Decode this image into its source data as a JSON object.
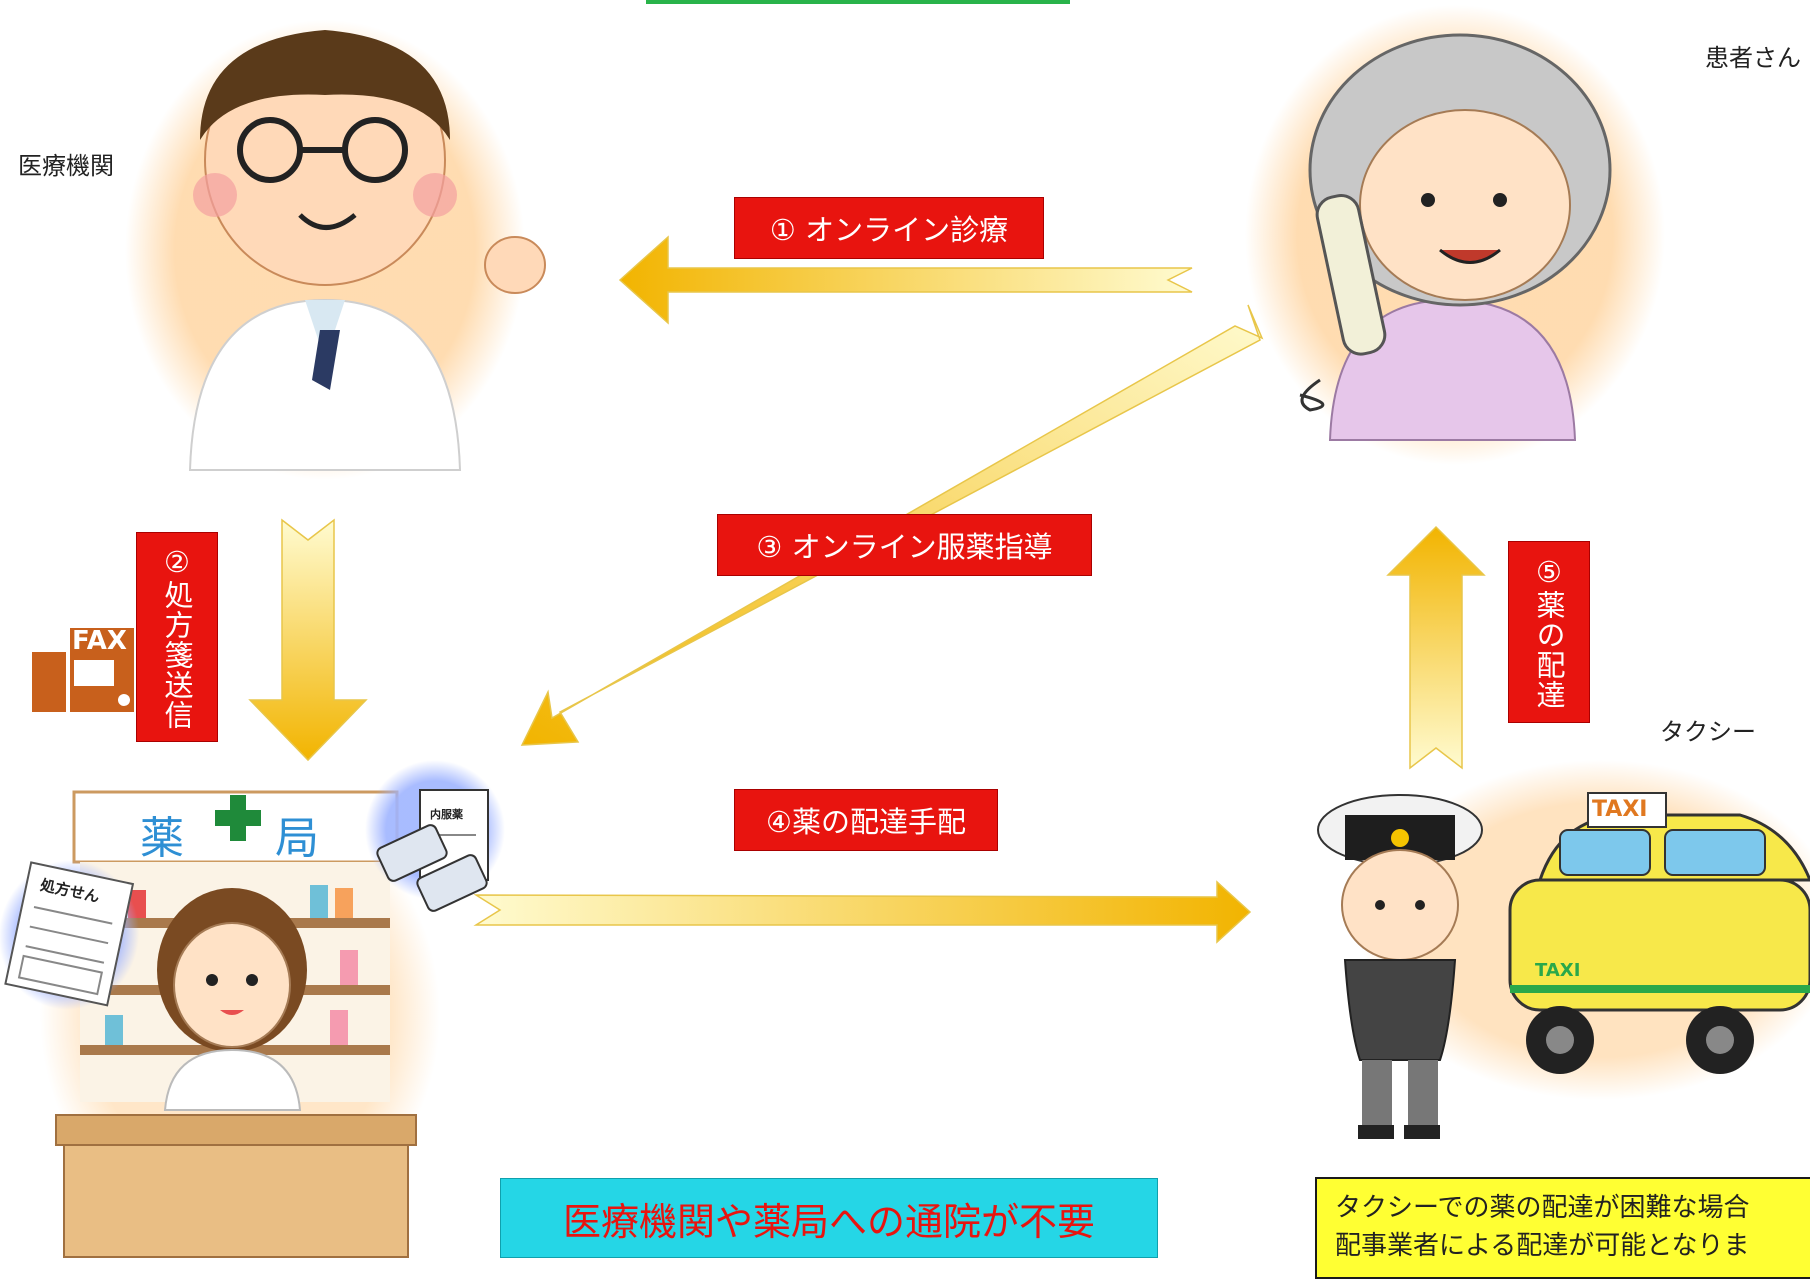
{
  "labels": {
    "medical": "医療機関",
    "patient": "患者さん",
    "taxi": "タクシー"
  },
  "steps": {
    "s1": "① オンライン診療",
    "s2": "②処方箋送信",
    "s3": "③ オンライン服薬指導",
    "s4": "④薬の配達手配",
    "s5": "⑤薬の配達"
  },
  "pharmacy_sign": {
    "left": "薬",
    "right": "局"
  },
  "icons": {
    "fax": "FAX",
    "taxi_roof": "TAXI",
    "taxi_side": "TAXI",
    "rx_paper": "処方せん",
    "med_bag": "内服薬"
  },
  "note": {
    "line1": "タクシーでの薬の配達が困難な場合",
    "line2": "配事業者による配達が可能となりま"
  },
  "banner": "医療機関や薬局への通院が不要",
  "colors": {
    "step_bg": "#e8140f",
    "arrow_light": "#fff8b0",
    "arrow_dark": "#f2b400",
    "note_bg": "#ffff33",
    "banner_bg": "#25d6e6",
    "banner_text": "#e8140f"
  }
}
